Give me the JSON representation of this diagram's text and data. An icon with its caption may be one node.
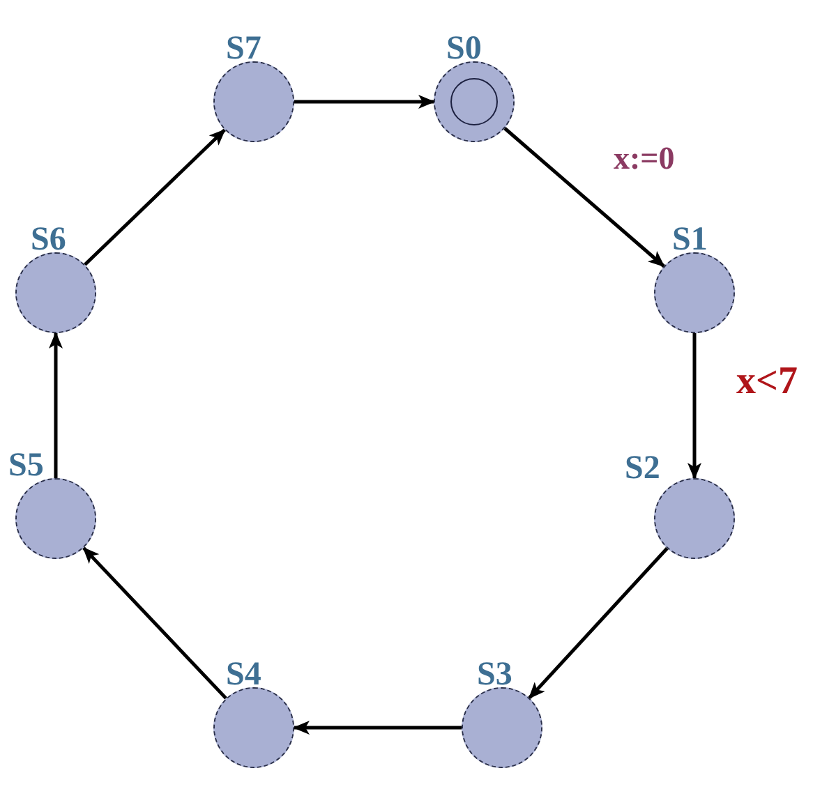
{
  "diagram": {
    "nodes": [
      {
        "text": [
          "S0"
        ]
      },
      {
        "text": [
          "S1"
        ]
      },
      {
        "text": [
          "S2"
        ]
      },
      {
        "text": [
          "S3"
        ]
      },
      {
        "text": [
          "S4"
        ]
      },
      {
        "text": [
          "S5"
        ]
      },
      {
        "text": [
          "S6"
        ]
      },
      {
        "text": [
          "S7"
        ]
      }
    ],
    "edges": [
      {
        "from": 7,
        "to": 0,
        "arrow": "to"
      },
      {
        "from": 0,
        "to": 1,
        "arrow": "to",
        "label": "x:=0"
      },
      {
        "from": 1,
        "to": 2,
        "arrow": "to",
        "label": "x<7"
      },
      {
        "from": 2,
        "to": 3,
        "arrow": "to"
      },
      {
        "from": 3,
        "to": 4,
        "arrow": "to"
      },
      {
        "from": 4,
        "to": 5,
        "arrow": "to"
      },
      {
        "from": 5,
        "to": 6,
        "arrow": "to"
      },
      {
        "from": 6,
        "to": 7,
        "arrow": "to"
      }
    ]
  }
}
